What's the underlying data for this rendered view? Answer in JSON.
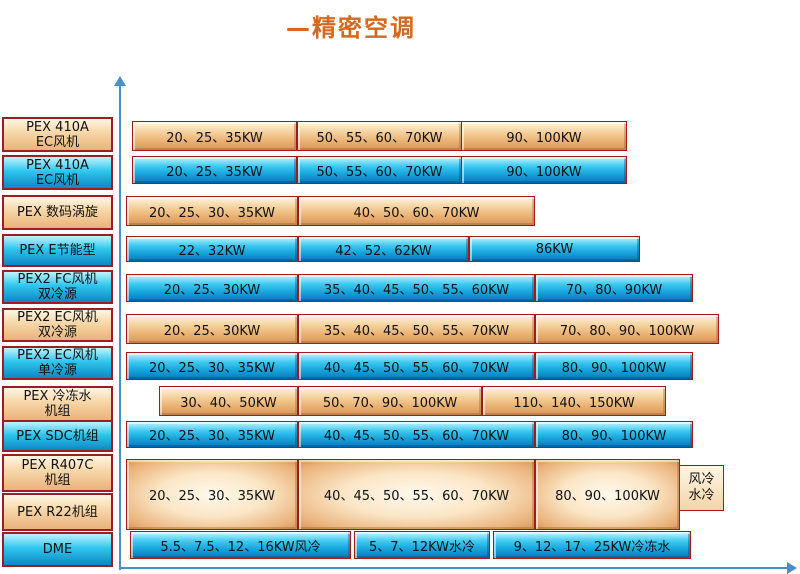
{
  "title": "—精密空调",
  "rows": [
    {
      "label": [
        "PEX  410A",
        "EC风机"
      ],
      "style": "tan",
      "segments": [
        {
          "text": "20、25、35KW",
          "style": "tan"
        },
        {
          "text": "50、55、60、70KW",
          "style": "tan"
        },
        {
          "text": "90、100KW",
          "style": "tan"
        }
      ]
    },
    {
      "label": [
        "PEX  410A",
        "EC风机"
      ],
      "style": "blue",
      "segments": [
        {
          "text": "20、25、35KW",
          "style": "blue"
        },
        {
          "text": "50、55、60、70KW",
          "style": "blue"
        },
        {
          "text": "90、100KW",
          "style": "blue"
        }
      ]
    },
    {
      "label": [
        "PEX 数码涡旋"
      ],
      "style": "tan",
      "segments": [
        {
          "text": "20、25、30、35KW",
          "style": "tan"
        },
        {
          "text": "40、50、60、70KW",
          "style": "tan"
        }
      ]
    },
    {
      "label": [
        "PEX E节能型"
      ],
      "style": "blue",
      "segments": [
        {
          "text": "22、32KW",
          "style": "blue"
        },
        {
          "text": "42、52、62KW",
          "style": "blue"
        },
        {
          "text": "86KW",
          "style": "blue"
        }
      ]
    },
    {
      "label": [
        "PEX2 FC风机",
        "双冷源"
      ],
      "style": "blue",
      "segments": [
        {
          "text": "20、25、30KW",
          "style": "blue"
        },
        {
          "text": "35、40、45、50、55、60KW",
          "style": "blue"
        },
        {
          "text": "70、80、90KW",
          "style": "blue"
        }
      ]
    },
    {
      "label": [
        "PEX2 EC风机",
        "双冷源"
      ],
      "style": "tan",
      "segments": [
        {
          "text": "20、25、30KW",
          "style": "tan"
        },
        {
          "text": "35、40、45、50、55、70KW",
          "style": "tan"
        },
        {
          "text": "70、80、90、100KW",
          "style": "tan"
        }
      ]
    },
    {
      "label": [
        "PEX2 EC风机",
        "单冷源"
      ],
      "style": "blue",
      "segments": [
        {
          "text": "20、25、30、35KW",
          "style": "blue"
        },
        {
          "text": "40、45、50、55、60、70KW",
          "style": "blue"
        },
        {
          "text": "80、90、100KW",
          "style": "blue"
        }
      ]
    },
    {
      "label": [
        "PEX 冷冻水",
        "机组"
      ],
      "style": "tan",
      "segments": [
        {
          "text": "30、40、50KW",
          "style": "tan"
        },
        {
          "text": "50、70、90、100KW",
          "style": "tan"
        },
        {
          "text": "110、140、150KW",
          "style": "tan"
        }
      ]
    },
    {
      "label": [
        "PEX SDC机组"
      ],
      "style": "blue",
      "segments": [
        {
          "text": "20、25、30、35KW",
          "style": "blue"
        },
        {
          "text": "40、45、50、55、60、70KW",
          "style": "blue"
        },
        {
          "text": "80、90、100KW",
          "style": "blue"
        }
      ]
    },
    {
      "label": [
        "PEX R407C",
        "机组"
      ],
      "style": "tan",
      "segments": []
    },
    {
      "label": [
        "PEX R22机组"
      ],
      "style": "tan",
      "segments": []
    },
    {
      "label": [
        "DME"
      ],
      "style": "blue",
      "segments": [
        {
          "text": "5.5、7.5、12、16KW风冷",
          "style": "blue"
        },
        {
          "text": "5、7、12KW水冷",
          "style": "blue"
        },
        {
          "text": "9、12、17、25KW冷冻水",
          "style": "blue"
        }
      ]
    }
  ],
  "shared_block": {
    "segments": [
      "20、25、30、35KW",
      "40、45、50、55、60、70KW",
      "80、90、100KW"
    ],
    "note": [
      "风冷",
      "水冷"
    ]
  }
}
